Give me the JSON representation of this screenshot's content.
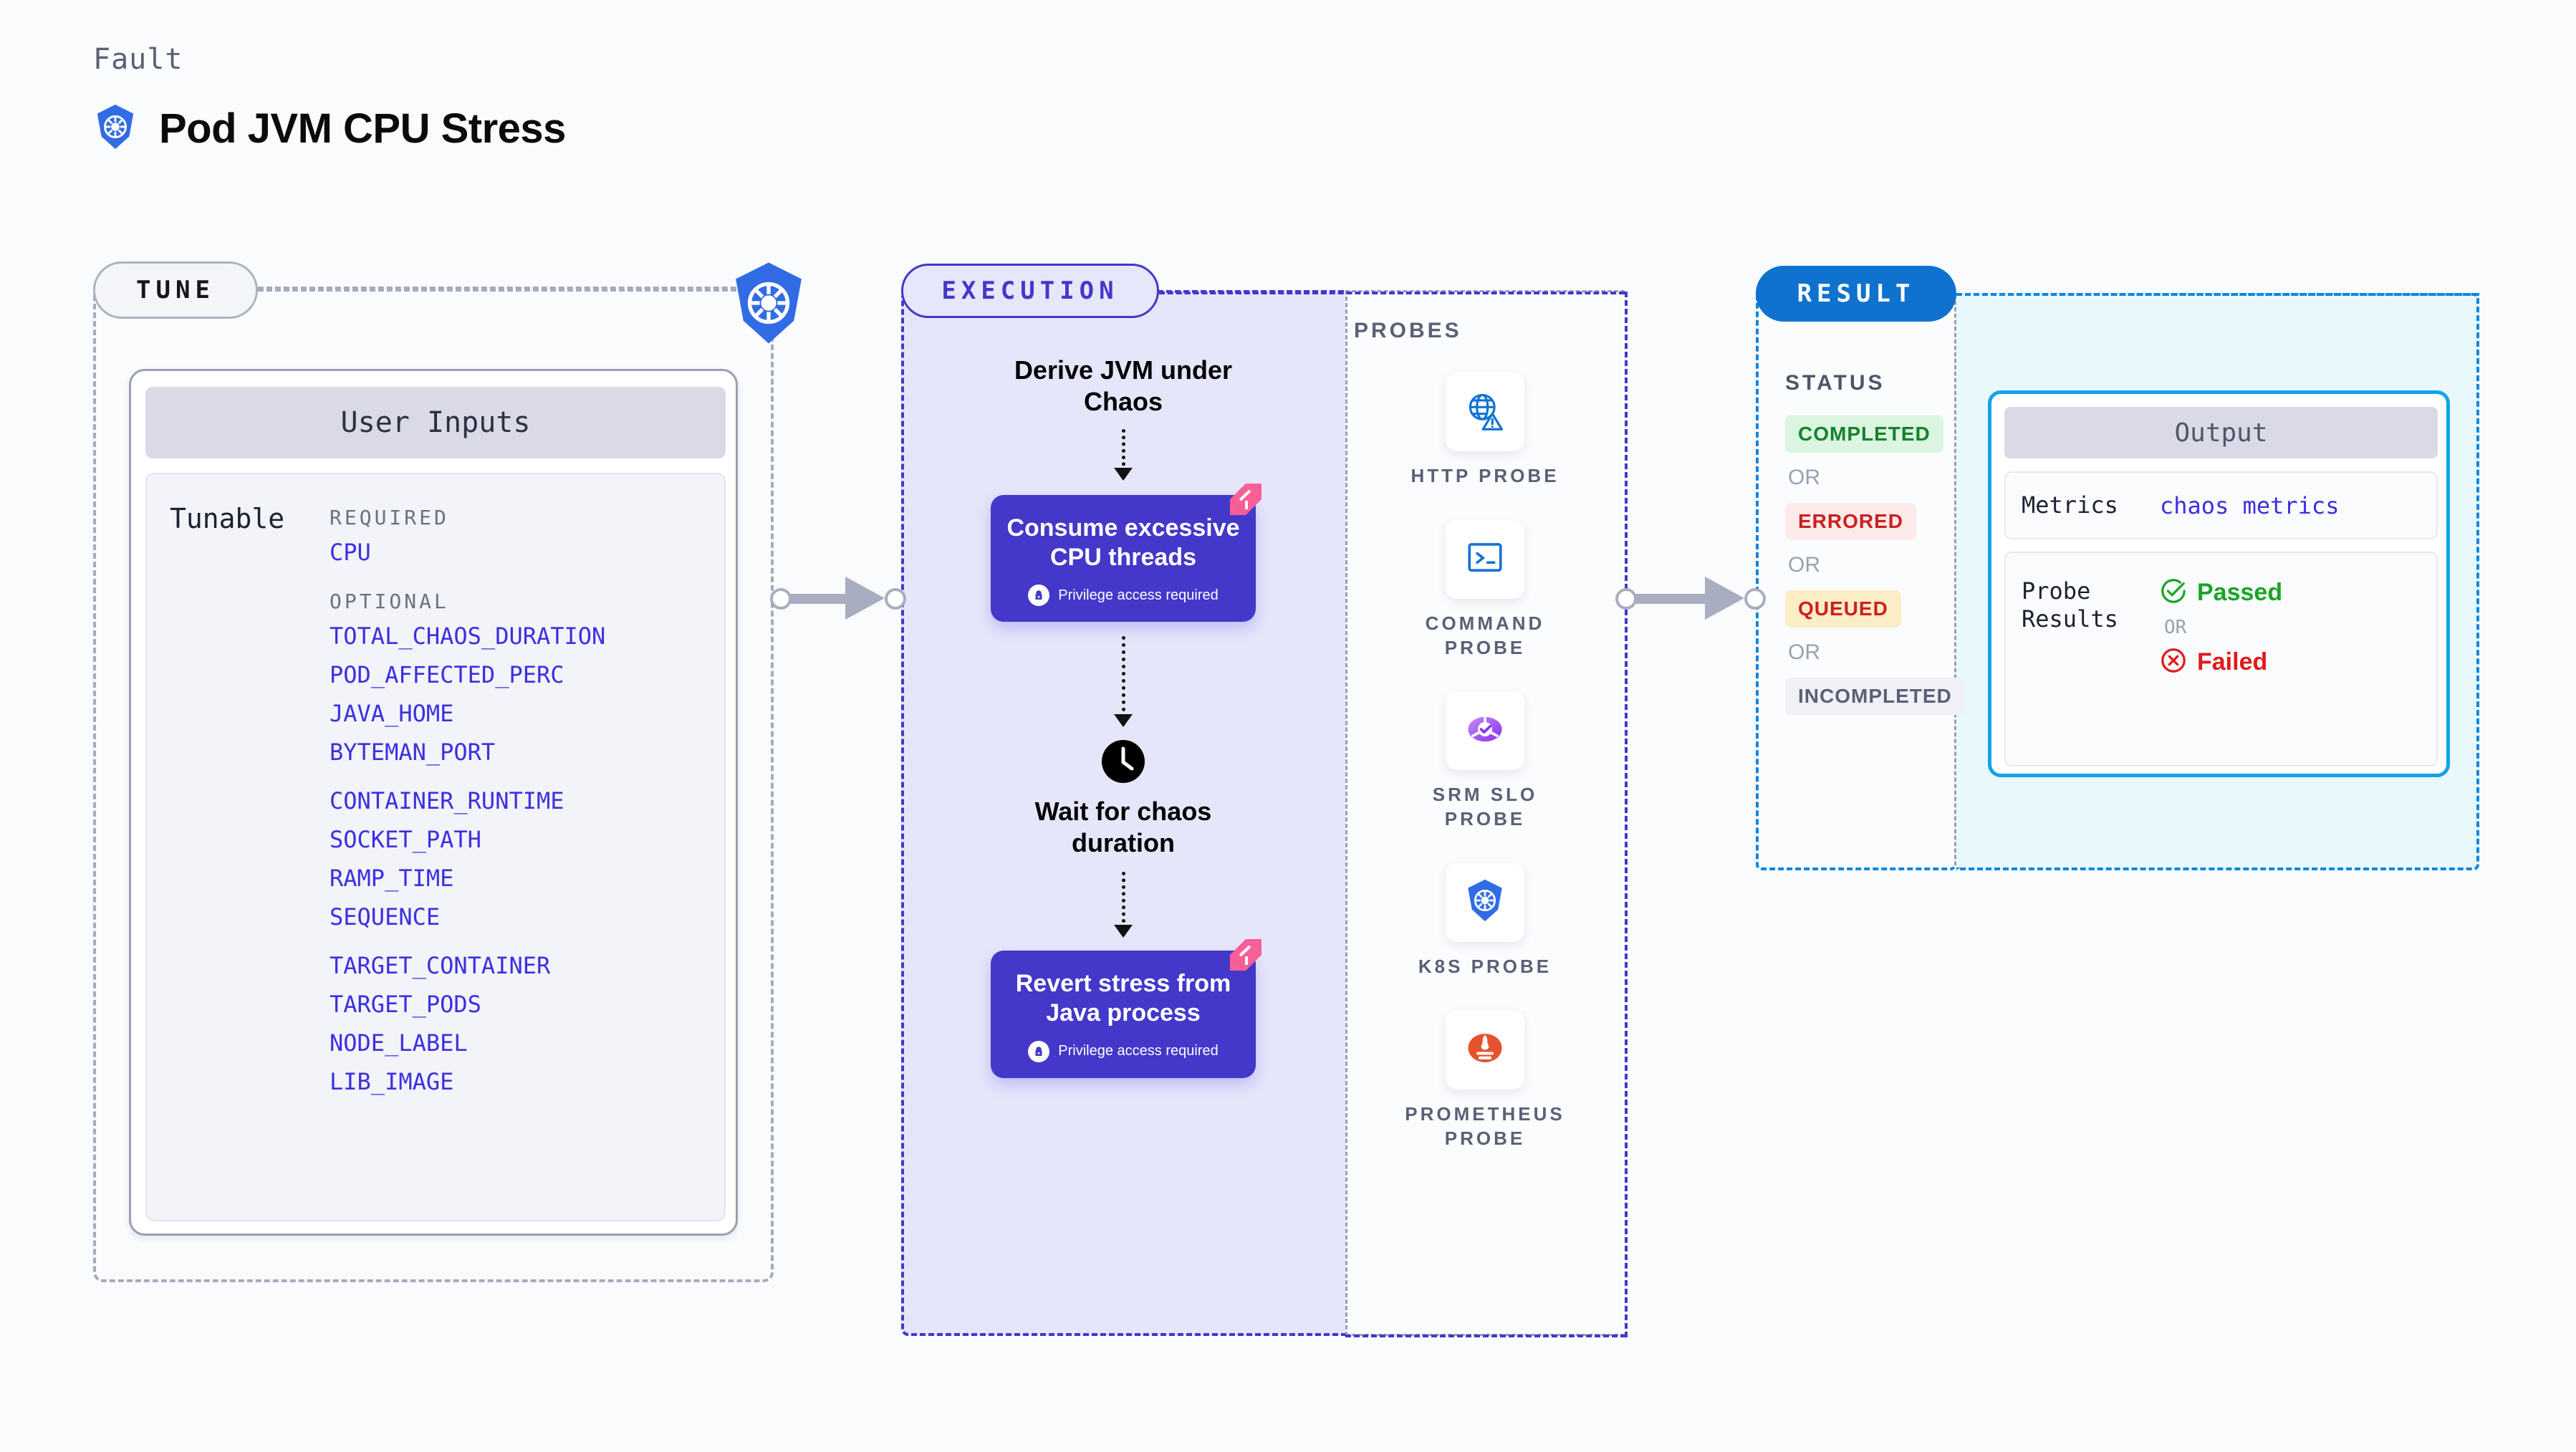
{
  "header": {
    "eyebrow": "Fault",
    "title": "Pod JVM CPU Stress",
    "icon": "kubernetes-icon"
  },
  "tune": {
    "badge": "TUNE",
    "card_title": "User Inputs",
    "tunable_label": "Tunable",
    "groups": [
      {
        "title": "REQUIRED",
        "params": [
          "CPU"
        ]
      },
      {
        "title": "OPTIONAL",
        "params": [
          "TOTAL_CHAOS_DURATION",
          "POD_AFFECTED_PERC",
          "JAVA_HOME",
          "BYTEMAN_PORT",
          "CONTAINER_RUNTIME",
          "SOCKET_PATH",
          "RAMP_TIME",
          "SEQUENCE",
          "TARGET_CONTAINER",
          "TARGET_PODS",
          "NODE_LABEL",
          "LIB_IMAGE"
        ]
      }
    ],
    "accent_color": "#3c2fe0"
  },
  "execution": {
    "badge": "EXECUTION",
    "accent_color": "#4338ca",
    "steps": [
      {
        "type": "text",
        "label": "Derive JVM under\nChaos"
      },
      {
        "type": "card",
        "label": "Consume excessive\nCPU threads",
        "note": "Privilege access required",
        "icon": "lock-icon",
        "flag": "litmus-flag-icon"
      },
      {
        "type": "clock",
        "label": "Wait for chaos\nduration",
        "icon": "clock-icon"
      },
      {
        "type": "card",
        "label": "Revert stress from\nJava process",
        "note": "Privilege access required",
        "icon": "lock-icon",
        "flag": "litmus-flag-icon"
      }
    ]
  },
  "probes": {
    "title": "PROBES",
    "items": [
      {
        "label": "HTTP PROBE",
        "icon": "globe-warning-icon"
      },
      {
        "label": "COMMAND\nPROBE",
        "icon": "terminal-icon"
      },
      {
        "label": "SRM SLO\nPROBE",
        "icon": "slo-donut-check-icon"
      },
      {
        "label": "K8S PROBE",
        "icon": "kubernetes-icon"
      },
      {
        "label": "PROMETHEUS\nPROBE",
        "icon": "prometheus-icon"
      }
    ]
  },
  "result": {
    "badge": "RESULT",
    "status_title": "STATUS",
    "or_label": "OR",
    "statuses": [
      {
        "label": "COMPLETED",
        "text_color": "#12822e",
        "bg_color": "#dcf5e0"
      },
      {
        "label": "ERRORED",
        "text_color": "#cc1f1f",
        "bg_color": "#fdeaea"
      },
      {
        "label": "QUEUED",
        "text_color": "#cc1f1f",
        "bg_color": "#fdedc6"
      },
      {
        "label": "INCOMPLETED",
        "text_color": "#5a6175",
        "bg_color": "#f0f1f6"
      }
    ],
    "output": {
      "title": "Output",
      "metrics_key": "Metrics",
      "metrics_value": "chaos metrics",
      "probe_results_key": "Probe\nResults",
      "passed_label": "Passed",
      "failed_label": "Failed",
      "or_label": "OR",
      "passed_color": "#18a524",
      "failed_color": "#e01b1b"
    },
    "accent_color": "#0f86e0"
  }
}
